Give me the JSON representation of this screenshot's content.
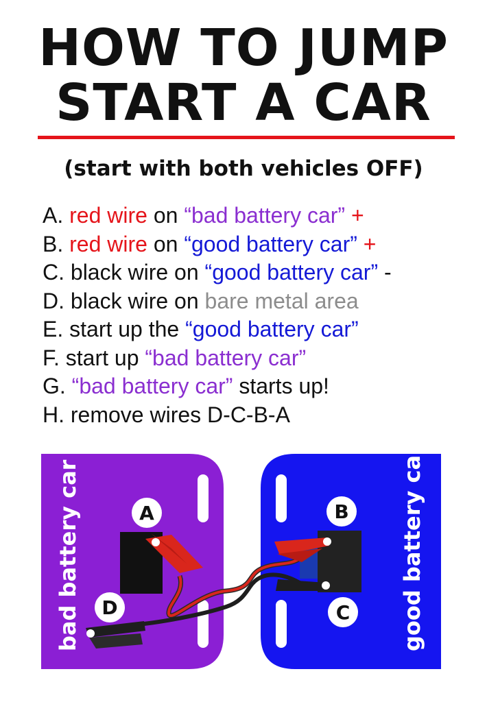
{
  "title": {
    "line1": "HOW TO JUMP",
    "line2": "START A CAR"
  },
  "subtitle": "(start with both vehicles OFF)",
  "steps": [
    {
      "prefix": "A. ",
      "parts": [
        {
          "text": "red wire",
          "color": "#e5141a"
        },
        {
          "text": " on ",
          "color": "#111111"
        },
        {
          "text": "“bad battery car”",
          "color": "#8a2ed0"
        },
        {
          "text": " +",
          "color": "#e5141a"
        }
      ]
    },
    {
      "prefix": "B. ",
      "parts": [
        {
          "text": "red wire",
          "color": "#e5141a"
        },
        {
          "text": " on ",
          "color": "#111111"
        },
        {
          "text": "“good battery car”",
          "color": "#1419d6"
        },
        {
          "text": " +",
          "color": "#e5141a"
        }
      ]
    },
    {
      "prefix": "C. ",
      "parts": [
        {
          "text": "black wire on ",
          "color": "#111111"
        },
        {
          "text": "“good battery car”",
          "color": "#1419d6"
        },
        {
          "text": " -",
          "color": "#111111"
        }
      ]
    },
    {
      "prefix": "D. ",
      "parts": [
        {
          "text": "black wire on ",
          "color": "#111111"
        },
        {
          "text": "bare metal area",
          "color": "#8c8c8c"
        }
      ]
    },
    {
      "prefix": "E. ",
      "parts": [
        {
          "text": "start up the ",
          "color": "#111111"
        },
        {
          "text": "“good battery car”",
          "color": "#1419d6"
        }
      ]
    },
    {
      "prefix": "F. ",
      "parts": [
        {
          "text": "start up ",
          "color": "#111111"
        },
        {
          "text": "“bad battery car”",
          "color": "#8a2ed0"
        }
      ]
    },
    {
      "prefix": "G. ",
      "parts": [
        {
          "text": "“bad battery car”",
          "color": "#8a2ed0"
        },
        {
          "text": " starts up!",
          "color": "#111111"
        }
      ]
    },
    {
      "prefix": "H. ",
      "parts": [
        {
          "text": "remove wires D-C-B-A",
          "color": "#111111"
        }
      ]
    }
  ],
  "diagram": {
    "bad_car_label": "bad battery car",
    "good_car_label": "good battery car",
    "marker_a": "A",
    "marker_b": "B",
    "marker_c": "C",
    "marker_d": "D",
    "colors": {
      "accent_red": "#e5141a",
      "bad_car": "#8b1fd4",
      "good_car": "#1515f0",
      "battery": "#111111",
      "clamp_red": "#d9261c",
      "clamp_black": "#1e1e1e"
    }
  }
}
